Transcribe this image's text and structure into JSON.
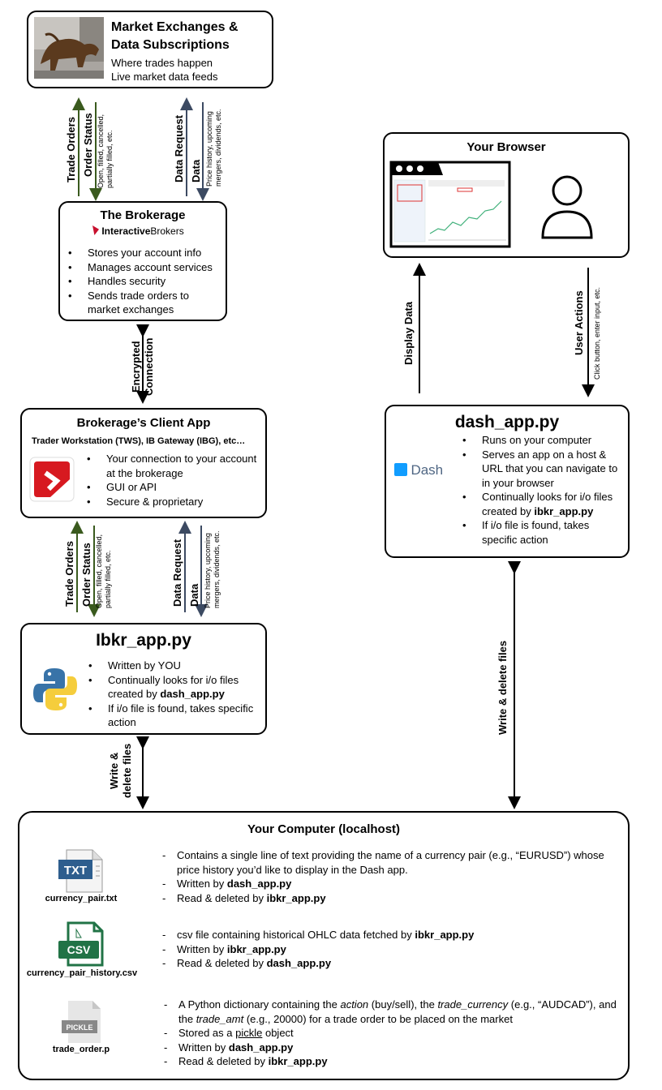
{
  "market": {
    "title_line1": "Market Exchanges &",
    "title_line2": "Data Subscriptions",
    "line1": "Where trades happen",
    "line2": "Live market data feeds"
  },
  "flow_top": {
    "trade_orders": "Trade Orders",
    "order_status": "Order Status",
    "order_status_detail1": "Open, filled, cancelled,",
    "order_status_detail2": "partially filled, etc.",
    "data_request": "Data Request",
    "data": "Data",
    "data_detail1": "Price history, upcoming",
    "data_detail2": "mergers, dividends, etc."
  },
  "brokerage": {
    "title": "The Brokerage",
    "logo_text_bold": "Interactive",
    "logo_text": "Brokers",
    "items": [
      "Stores your account info",
      "Manages account services",
      "Handles security",
      "Sends trade orders to market exchanges"
    ]
  },
  "encrypted": {
    "line1": "Encrypted",
    "line2": "Connection"
  },
  "client": {
    "title": "Brokerage’s Client App",
    "subtitle": "Trader Workstation (TWS), IB Gateway (IBG), etc…",
    "items": [
      "Your connection to your account at the brokerage",
      "GUI or API",
      "Secure & proprietary"
    ]
  },
  "flow_mid": {
    "trade_orders": "Trade Orders",
    "order_status": "Order Status",
    "order_status_detail1": "Open, filled, cancelled,",
    "order_status_detail2": "partially filled, etc.",
    "data_request": "Data Request",
    "data": "Data",
    "data_detail1": "Price history, upcoming",
    "data_detail2": "mergers, dividends, etc."
  },
  "ibkr": {
    "title": "Ibkr_app.py",
    "item1": "Written by YOU",
    "item2_pre": "Continually looks for i/o files created by ",
    "item2_bold": "dash_app.py",
    "item3": "If i/o file is found, takes specific action"
  },
  "write_delete_left": {
    "line1": "Write &",
    "line2": "delete files"
  },
  "browser": {
    "title": "Your Browser"
  },
  "display_data": "Display Data",
  "user_actions": {
    "label": "User Actions",
    "detail": "Click button, enter input, etc."
  },
  "dash": {
    "title": "dash_app.py",
    "logo_text": "Dash",
    "item1": "Runs on your computer",
    "item2": "Serves an app on a host & URL that you can navigate to in your browser",
    "item3_pre": "Continually looks for i/o files created by ",
    "item3_bold": "ibkr_app.py",
    "item4": "If i/o file is found, takes specific action"
  },
  "write_delete_right": "Write & delete files",
  "computer": {
    "title": "Your Computer (localhost)",
    "file1": {
      "name": "currency_pair.txt",
      "icon_label": "TXT",
      "desc": "Contains a single line of text providing the name of a currency pair (e.g., “EURUSD”) whose price history you’d like to display in the Dash app.",
      "written_pre": "Written by ",
      "written_bold": "dash_app.py",
      "read_pre": "Read & deleted by ",
      "read_bold": "ibkr_app.py"
    },
    "file2": {
      "name": "currency_pair_history.csv",
      "icon_label": "CSV",
      "desc_pre": "csv file containing historical OHLC data fetched by ",
      "desc_bold": "ibkr_app.py",
      "written_pre": "Written by ",
      "written_bold": "ibkr_app.py",
      "read_pre": "Read & deleted by ",
      "read_bold": "dash_app.py"
    },
    "file3": {
      "name": "trade_order.p",
      "icon_label": "PICKLE",
      "desc_a": "A Python dictionary containing the ",
      "desc_action": "action",
      "desc_b": " (buy/sell), the ",
      "desc_currency": "trade_currency",
      "desc_c": " (e.g., “AUDCAD”), and the ",
      "desc_amt": "trade_amt",
      "desc_d": " (e.g., 20000)  for a trade order to be placed on the market",
      "stored_pre": "Stored as a ",
      "stored_link": "pickle",
      "stored_post": " object",
      "written_pre": "Written by ",
      "written_bold": "dash_app.py",
      "read_pre": "Read & deleted by ",
      "read_bold": "ibkr_app.py"
    }
  }
}
